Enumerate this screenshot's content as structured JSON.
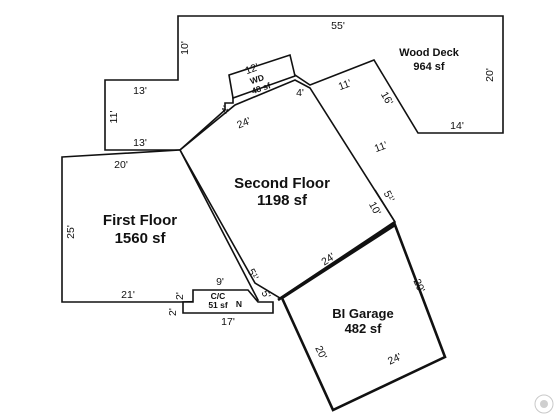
{
  "rooms": {
    "wood_deck": {
      "name": "Wood Deck",
      "area": "964 sf"
    },
    "second_floor": {
      "name": "Second Floor",
      "area": "1198 sf"
    },
    "first_floor": {
      "name": "First Floor",
      "area": "1560 sf"
    },
    "bi_garage": {
      "name": "BI Garage",
      "area": "482 sf"
    },
    "wd": {
      "name": "WD",
      "area": "48 sf"
    },
    "cc": {
      "name": "C/C",
      "area": "51 sf"
    },
    "n_label": "N"
  },
  "dimensions": {
    "deck_top": "55'",
    "deck_left_upper": "10'",
    "deck_right": "20'",
    "deck_bottom": "14'",
    "deck_diag_a": "11'",
    "deck_diag_b": "16'",
    "deck_diag_c": "11'",
    "deck_step": "4'",
    "upper_left_top": "13'",
    "upper_left_side": "11'",
    "upper_left_bottom": "13'",
    "wd_top": "12'",
    "wd_side": "4'",
    "second_top": "24'",
    "second_right_a": "5¹'",
    "second_right_b": "10'",
    "second_bottom": "24'",
    "first_top": "20'",
    "first_left": "25'",
    "first_bottom": "21'",
    "cc_left": "2'",
    "cc_top": "9'",
    "cc_right": "5¹'",
    "cc_right2": "5'",
    "cc_bottom_left": "2'",
    "cc_bottom": "17'",
    "garage_right": "20'",
    "garage_bottom": "24'",
    "garage_left": "20'"
  }
}
